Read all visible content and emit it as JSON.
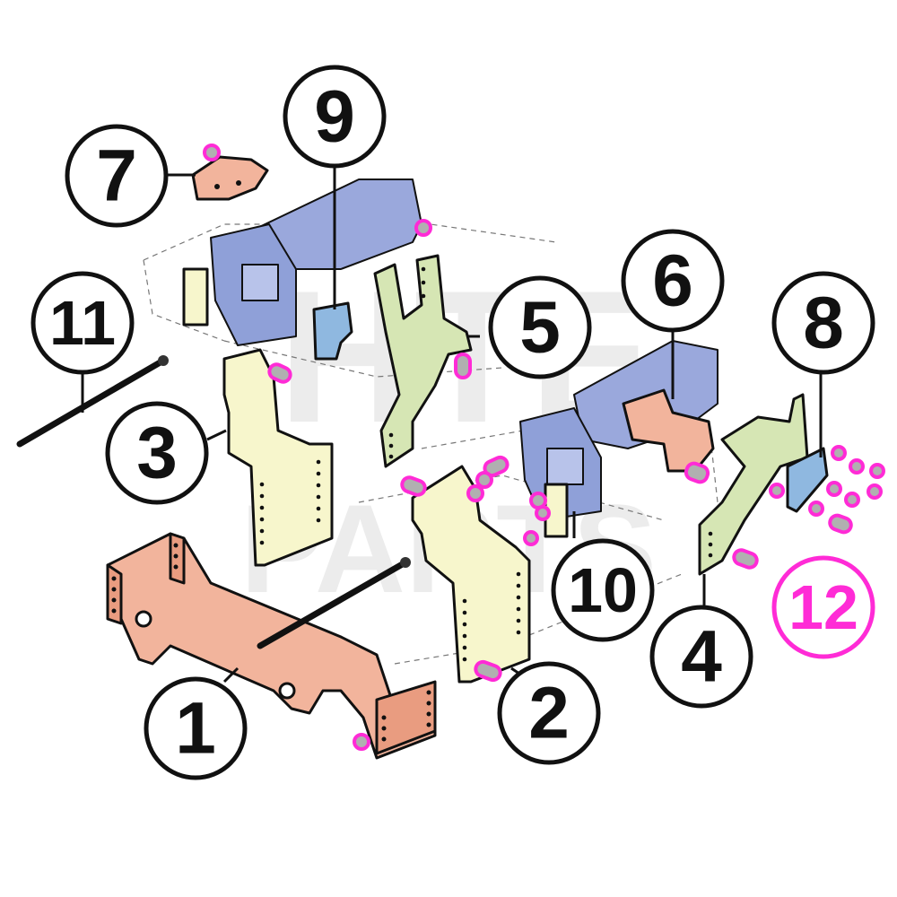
{
  "watermark": {
    "line1": "HTE",
    "line2": "PARTS"
  },
  "colors": {
    "frame": "#f2b49c",
    "bracket": "#f7f6cc",
    "arm": "#d6e6b4",
    "plate": "#8fb8e0",
    "tube": "#9aa8dc",
    "hardware_highlight": "#ff2bd6",
    "outline": "#111111"
  },
  "callouts": [
    {
      "id": "1",
      "label": "1"
    },
    {
      "id": "2",
      "label": "2"
    },
    {
      "id": "3",
      "label": "3"
    },
    {
      "id": "4",
      "label": "4"
    },
    {
      "id": "5",
      "label": "5"
    },
    {
      "id": "6",
      "label": "6"
    },
    {
      "id": "7",
      "label": "7"
    },
    {
      "id": "8",
      "label": "8"
    },
    {
      "id": "9",
      "label": "9"
    },
    {
      "id": "10",
      "label": "10"
    },
    {
      "id": "11",
      "label": "11"
    },
    {
      "id": "12",
      "label": "12"
    }
  ]
}
